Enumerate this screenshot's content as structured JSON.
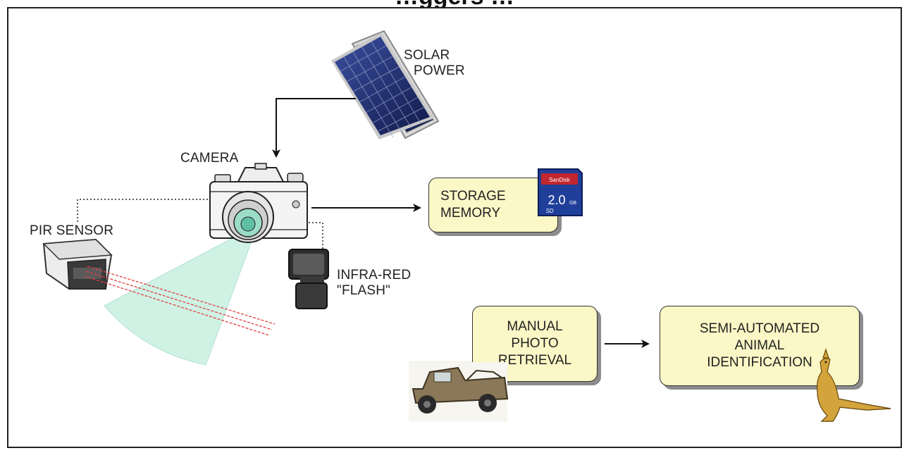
{
  "title": "…ggers …",
  "labels": {
    "solar": [
      "SOLAR",
      "POWER"
    ],
    "camera": "CAMERA",
    "pir": "PIR SENSOR",
    "flash": [
      "INFRA-RED",
      "\"FLASH\""
    ]
  },
  "boxes": {
    "storage": [
      "STORAGE",
      "MEMORY"
    ],
    "manual": [
      "MANUAL",
      "PHOTO",
      "RETRIEVAL"
    ],
    "semi": [
      "SEMI-AUTOMATED",
      "ANIMAL",
      "IDENTIFICATION"
    ]
  },
  "sd_card": {
    "brand": "SanDisk",
    "capacity": "2.0",
    "unit": "GB",
    "format": "SD"
  },
  "colors": {
    "box_fill": "#fbf7c6",
    "box_shadow": "#8c8c8c",
    "detection_cone": "#bfeedd",
    "ir_beam": "#e04040",
    "solar_cell": "#1d2c6e",
    "sd_card": "#1f3f9a"
  }
}
